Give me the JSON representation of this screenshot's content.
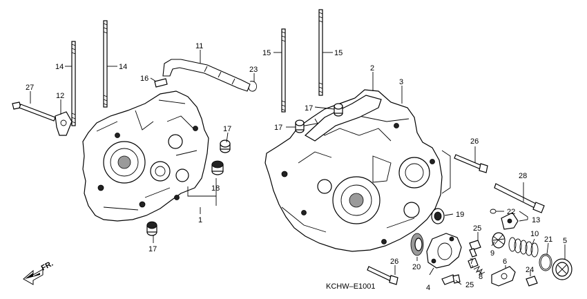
{
  "callouts": [
    {
      "id": "c27",
      "text": "27"
    },
    {
      "id": "c12",
      "text": "12"
    },
    {
      "id": "c14a",
      "text": "14"
    },
    {
      "id": "c14b",
      "text": "14"
    },
    {
      "id": "c11",
      "text": "11"
    },
    {
      "id": "c16",
      "text": "16"
    },
    {
      "id": "c23",
      "text": "23"
    },
    {
      "id": "c17a",
      "text": "17"
    },
    {
      "id": "c18",
      "text": "18"
    },
    {
      "id": "c1",
      "text": "1"
    },
    {
      "id": "c17b",
      "text": "17"
    },
    {
      "id": "c15a",
      "text": "15"
    },
    {
      "id": "c15b",
      "text": "15"
    },
    {
      "id": "c2",
      "text": "2"
    },
    {
      "id": "c3",
      "text": "3"
    },
    {
      "id": "c17c",
      "text": "17"
    },
    {
      "id": "c17d",
      "text": "17"
    },
    {
      "id": "c26a",
      "text": "26"
    },
    {
      "id": "c28",
      "text": "28"
    },
    {
      "id": "c22",
      "text": "22"
    },
    {
      "id": "c13",
      "text": "13"
    },
    {
      "id": "c19",
      "text": "19"
    },
    {
      "id": "c25a",
      "text": "25"
    },
    {
      "id": "c10",
      "text": "10"
    },
    {
      "id": "c21",
      "text": "21"
    },
    {
      "id": "c5",
      "text": "5"
    },
    {
      "id": "c9",
      "text": "9"
    },
    {
      "id": "c20",
      "text": "20"
    },
    {
      "id": "c7",
      "text": "7"
    },
    {
      "id": "c6",
      "text": "6"
    },
    {
      "id": "c8",
      "text": "8"
    },
    {
      "id": "c24",
      "text": "24"
    },
    {
      "id": "c26b",
      "text": "26"
    },
    {
      "id": "c4",
      "text": "4"
    },
    {
      "id": "c25b",
      "text": "25"
    }
  ],
  "diagram_code": "KCHW–E1001",
  "direction_label": "FR.",
  "colors": {
    "line": "#000000",
    "background": "#ffffff"
  }
}
